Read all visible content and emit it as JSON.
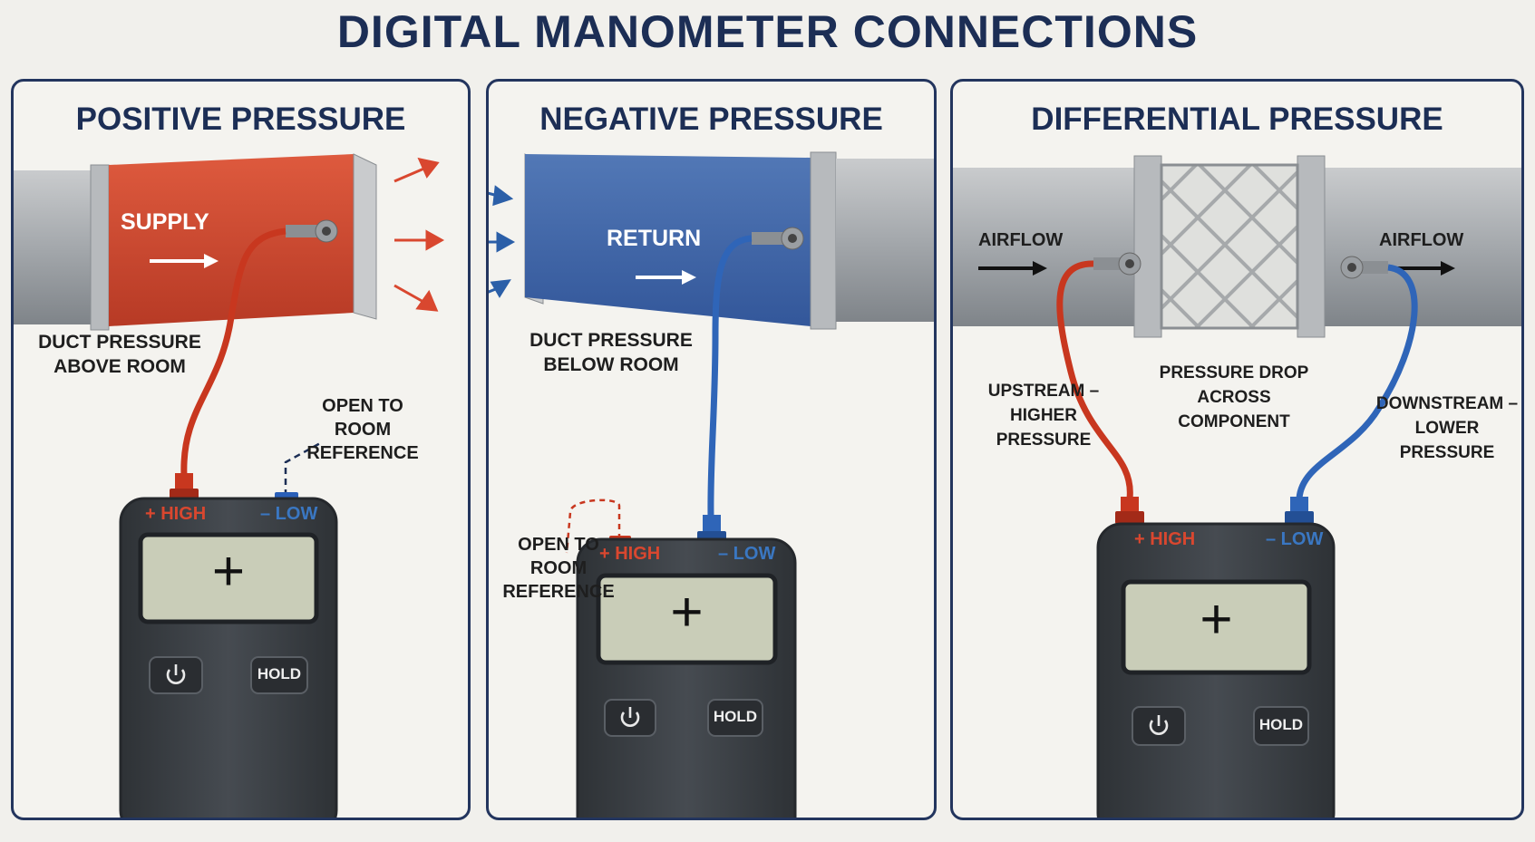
{
  "title": "DIGITAL MANOMETER CONNECTIONS",
  "panels": [
    {
      "heading": "POSITIVE PRESSURE",
      "duct_label": "SUPPLY",
      "note": "DUCT PRESSURE\nABOVE ROOM",
      "open_note": "OPEN TO\nROOM\nREFERENCE",
      "high_port": "+ HIGH",
      "low_port": "– LOW",
      "display": "+",
      "hold_label": "HOLD"
    },
    {
      "heading": "NEGATIVE PRESSURE",
      "duct_label": "RETURN",
      "note": "DUCT PRESSURE\nBELOW ROOM",
      "open_note": "OPEN TO\nROOM\nREFERENCE",
      "high_port": "+ HIGH",
      "low_port": "– LOW",
      "display": "+",
      "hold_label": "HOLD"
    },
    {
      "heading": "DIFFERENTIAL PRESSURE",
      "airflow_left": "AIRFLOW",
      "airflow_right": "AIRFLOW",
      "upstream_note": "UPSTREAM –\nHIGHER PRESSURE",
      "drop_note": "PRESSURE DROP\nACROSS COMPONENT",
      "downstream_note": "DOWNSTREAM –\nLOWER PRESSURE",
      "high_port": "+ HIGH",
      "low_port": "– LOW",
      "display": "+",
      "hold_label": "HOLD"
    }
  ],
  "colors": {
    "navy": "#1c2e55",
    "positive_red": "#d9472f",
    "negative_blue": "#3a77c2",
    "device_body": "#3d4248",
    "lcd": "#c9cdb8"
  }
}
